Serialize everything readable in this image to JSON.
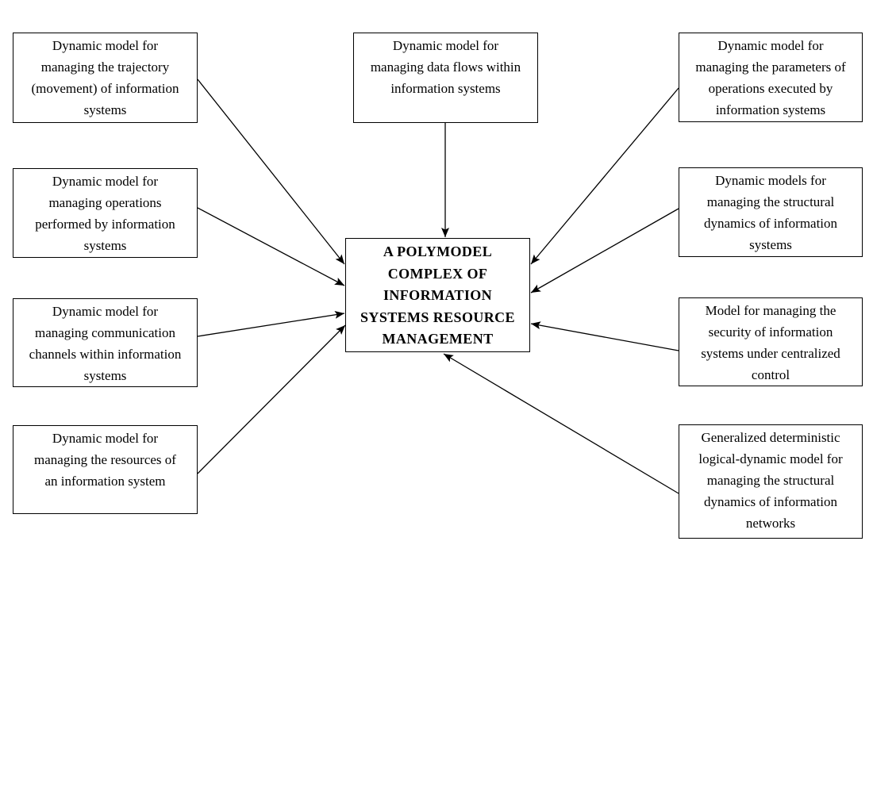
{
  "diagram": {
    "title": "Polymodel complex of information systems resource management diagram",
    "colors": {
      "background": "#ffffff",
      "box_border": "#000000",
      "text": "#000000",
      "arrow": "#000000"
    },
    "nodes": {
      "center": "A POLYMODEL\nCOMPLEX OF\nINFORMATION\nSYSTEMS RESOURCE\nMANAGEMENT",
      "top_center": "Dynamic model for\nmanaging data flows within\ninformation systems",
      "left1": "Dynamic model for\nmanaging the trajectory\n(movement) of information\nsystems",
      "left2": "Dynamic model for\nmanaging operations\nperformed by information\nsystems",
      "left3": "Dynamic model for\nmanaging communication\nchannels within information\nsystems",
      "left4": "Dynamic model for\nmanaging the resources of\nan information system",
      "right1": "Dynamic model for\nmanaging the parameters of\noperations executed by\ninformation systems",
      "right2": "Dynamic models for\nmanaging the structural\ndynamics of information\nsystems",
      "right3": "Model for managing the\nsecurity of information\nsystems under centralized\ncontrol",
      "right4": "Generalized deterministic\nlogical-dynamic model for\nmanaging the structural\ndynamics of information\nnetworks"
    },
    "edges": [
      {
        "from": "left1",
        "to": "center"
      },
      {
        "from": "left2",
        "to": "center"
      },
      {
        "from": "left3",
        "to": "center"
      },
      {
        "from": "left4",
        "to": "center"
      },
      {
        "from": "top_center",
        "to": "center"
      },
      {
        "from": "right1",
        "to": "center"
      },
      {
        "from": "right2",
        "to": "center"
      },
      {
        "from": "right3",
        "to": "center"
      },
      {
        "from": "right4",
        "to": "center"
      }
    ]
  }
}
